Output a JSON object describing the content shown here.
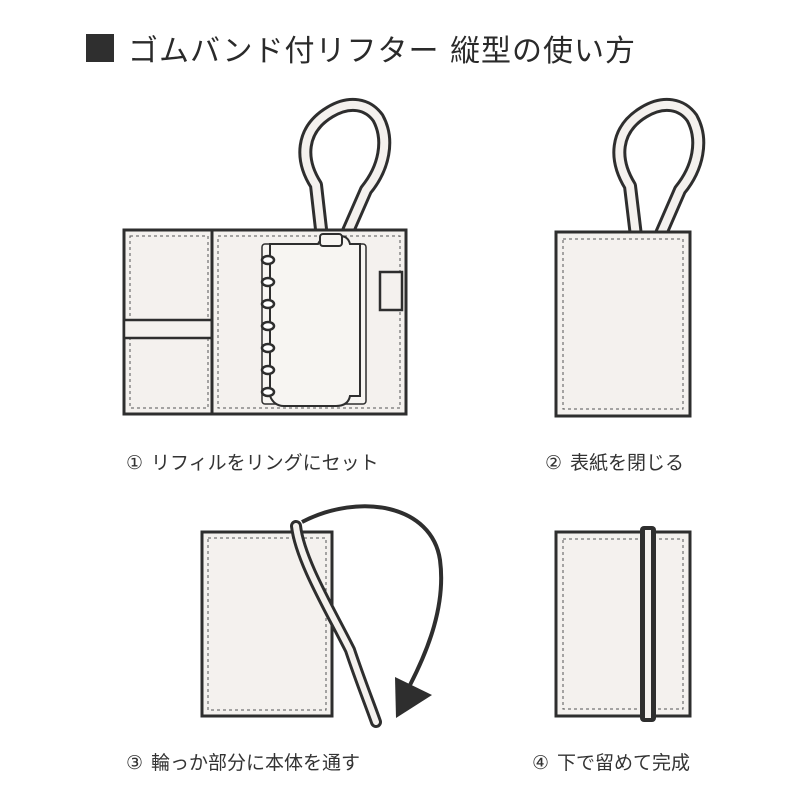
{
  "title": {
    "bullet": "■",
    "text": "ゴムバンド付リフター 縦型の使い方"
  },
  "steps": [
    {
      "number": "①",
      "text": "リフィルをリングにセット"
    },
    {
      "number": "②",
      "text": "表紙を閉じる"
    },
    {
      "number": "③",
      "text": "輪っか部分に本体を通す"
    },
    {
      "number": "④",
      "text": "下で留めて完成"
    }
  ],
  "colors": {
    "line": "#2e2e2e",
    "cover_fill": "#f4f1ee",
    "band": "#2e2e2e",
    "arrow": "#2e2e2e"
  },
  "icons": {
    "title_bullet": "black-square-icon",
    "binder_rings": "ring-icon"
  }
}
